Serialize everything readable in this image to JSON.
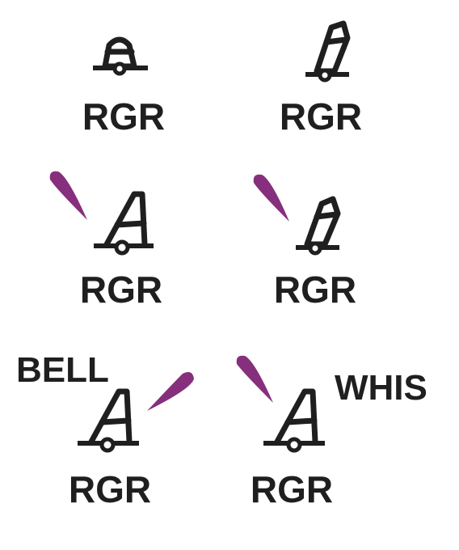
{
  "colors": {
    "ink": "#1f1f1f",
    "light_flare": "#862f7c",
    "background": "#ffffff"
  },
  "symbols": [
    {
      "label": "RGR",
      "shape": "conical-buoy-icon",
      "light": false,
      "extra": ""
    },
    {
      "label": "RGR",
      "shape": "spar-buoy-icon",
      "light": false,
      "extra": ""
    },
    {
      "label": "RGR",
      "shape": "pillar-buoy-icon",
      "light": true,
      "extra": ""
    },
    {
      "label": "RGR",
      "shape": "spar-buoy-icon",
      "light": true,
      "extra": ""
    },
    {
      "label": "RGR",
      "shape": "pillar-buoy-icon",
      "light": true,
      "extra": "BELL"
    },
    {
      "label": "RGR",
      "shape": "pillar-buoy-icon",
      "light": true,
      "extra": "WHIS"
    }
  ]
}
